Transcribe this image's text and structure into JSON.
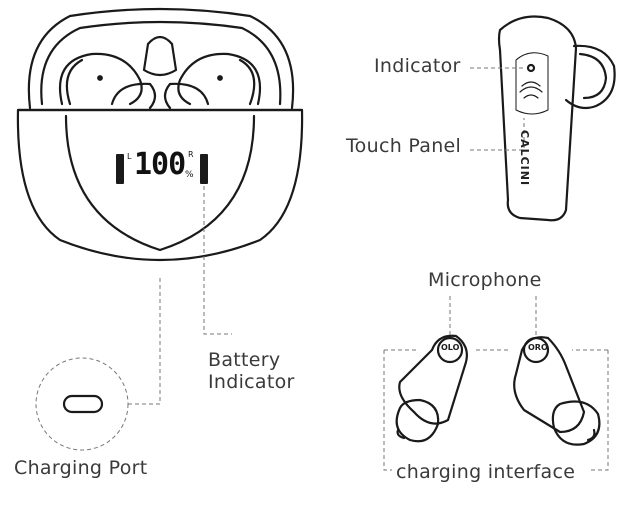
{
  "labels": {
    "indicator": "Indicator",
    "touch_panel": "Touch Panel",
    "microphone": "Microphone",
    "battery_indicator_line1": "Battery",
    "battery_indicator_line2": "Indicator",
    "charging_port": "Charging Port",
    "charging_interface": "charging interface"
  },
  "case_display": {
    "value": "100",
    "left": "L",
    "right": "R",
    "unit": "%"
  },
  "brand": "CALCINI",
  "bud_marks": {
    "left": "OLO",
    "right": "ORO"
  }
}
